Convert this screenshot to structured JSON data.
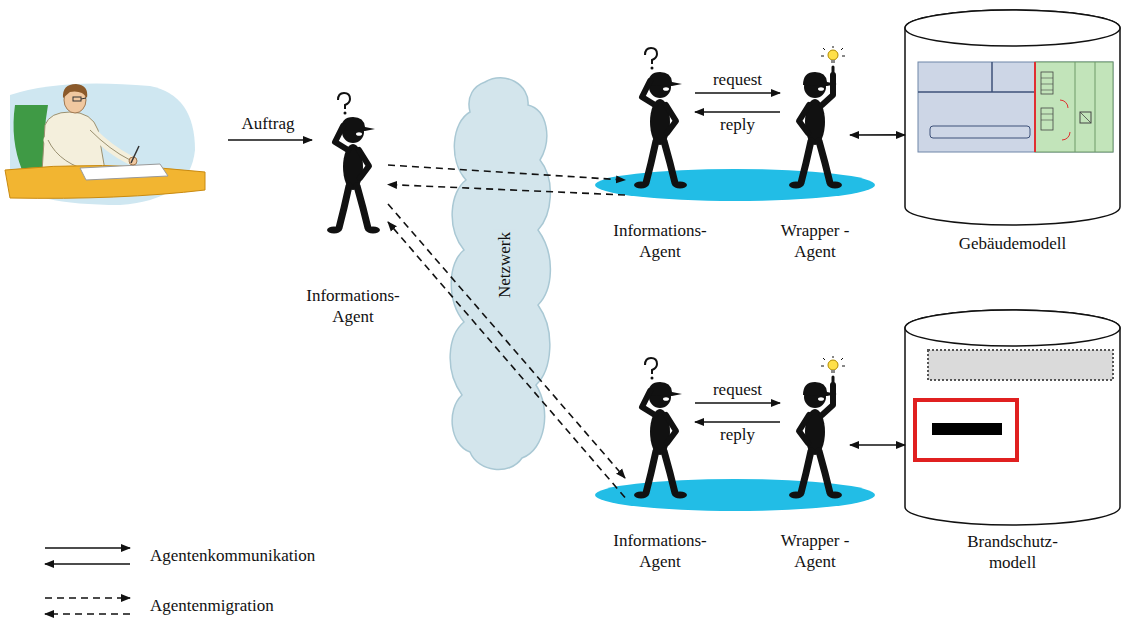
{
  "diagram": {
    "nodes": [
      {
        "text": [
          "Informations- Agent"
        ]
      },
      {
        "text": [
          "Netzwerk"
        ]
      },
      {
        "text": [
          "Informations- Agent"
        ]
      },
      {
        "text": [
          "Wrapper - Agent"
        ]
      },
      {
        "text": [
          "Gebäudemodell"
        ]
      },
      {
        "text": [
          "Informations- Agent"
        ]
      },
      {
        "text": [
          "Wrapper - Agent"
        ]
      },
      {
        "text": [
          "Brandschutz- modell"
        ]
      }
    ],
    "edges": [
      {
        "from": 0,
        "to": 2,
        "arrow": "to"
      },
      {
        "from": 2,
        "to": 0,
        "arrow": "to"
      },
      {
        "from": 0,
        "to": 5,
        "arrow": "to"
      },
      {
        "from": 5,
        "to": 0,
        "arrow": "to"
      },
      {
        "from": 2,
        "to": 3,
        "label": "request",
        "arrow": "to"
      },
      {
        "from": 3,
        "to": 2,
        "label": "reply",
        "arrow": "to"
      },
      {
        "from": 3,
        "to": 4,
        "arrow": "both"
      },
      {
        "from": 5,
        "to": 6,
        "label": "request",
        "arrow": "to"
      },
      {
        "from": 6,
        "to": 5,
        "label": "reply",
        "arrow": "to"
      },
      {
        "from": 6,
        "to": 7,
        "arrow": "both"
      }
    ],
    "labels": [
      "Auftrag"
    ],
    "legend": [
      {
        "text": "Agentenkommunikation"
      },
      {
        "text": "Agentenmigration"
      }
    ]
  }
}
